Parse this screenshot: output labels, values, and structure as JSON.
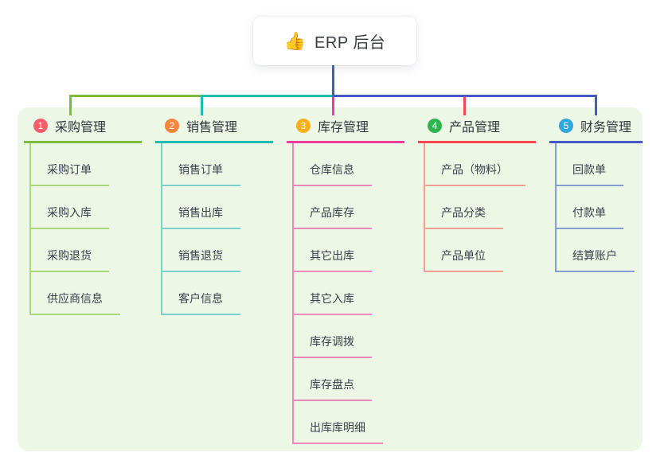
{
  "root": {
    "icon": "thumbs-up-icon",
    "icon_glyph": "👍",
    "label": "ERP 后台"
  },
  "colors": {
    "panel_bg": "#ecf7e5",
    "root_line": "#4459c6",
    "card_bg": "#ffffff",
    "title_text": "#33373c",
    "child_text": "#3a414b"
  },
  "branches": [
    {
      "index": "1",
      "title": "采购管理",
      "badge_color": "#f85f6d",
      "line_color": "#7cbe3c",
      "child_line_color": "#a9d77e",
      "children": [
        "采购订单",
        "采购入库",
        "采购退货",
        "供应商信息"
      ]
    },
    {
      "index": "2",
      "title": "销售管理",
      "badge_color": "#f8863d",
      "line_color": "#1ebdb0",
      "child_line_color": "#79d2c8",
      "children": [
        "销售订单",
        "销售出库",
        "销售退货",
        "客户信息"
      ]
    },
    {
      "index": "3",
      "title": "库存管理",
      "badge_color": "#f9b018",
      "line_color": "#ee3e9b",
      "child_line_color": "#f387bb",
      "children": [
        "仓库信息",
        "产品库存",
        "其它出库",
        "其它入库",
        "库存调拨",
        "库存盘点",
        "出库库明细"
      ]
    },
    {
      "index": "4",
      "title": "产品管理",
      "badge_color": "#2fb44f",
      "line_color": "#f8474e",
      "child_line_color": "#f59d92",
      "children": [
        "产品（物料）",
        "产品分类",
        "产品单位"
      ]
    },
    {
      "index": "5",
      "title": "财务管理",
      "badge_color": "#30a7de",
      "line_color": "#4459c6",
      "child_line_color": "#8b9bd4",
      "children": [
        "回款单",
        "付款单",
        "结算账户"
      ]
    }
  ]
}
